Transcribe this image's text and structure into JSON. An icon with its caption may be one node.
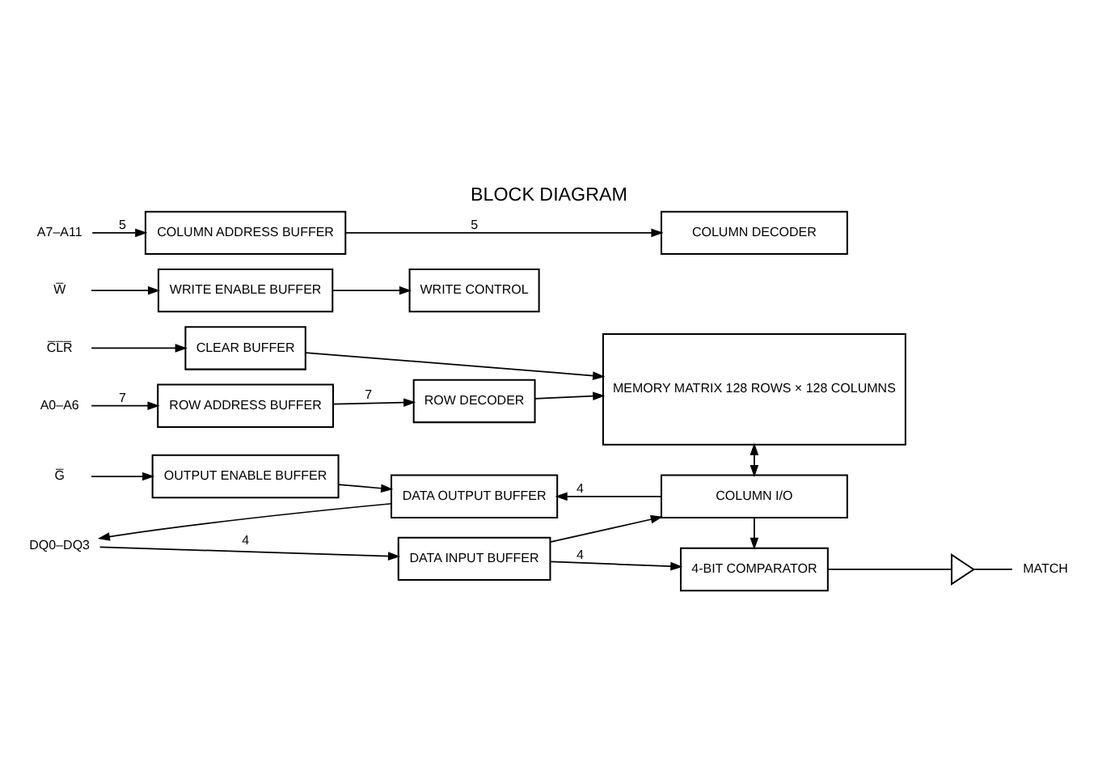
{
  "diagram": {
    "title": "BLOCK DIAGRAM",
    "nodes": [
      {
        "text": [
          "A0–A6"
        ]
      },
      {
        "text": [
          "ROW ADDRESS BUFFER"
        ]
      },
      {
        "text": [
          "ROW DECODER"
        ]
      },
      {
        "text": [
          "MEMORY MATRIX 128 ROWS × 128 COLUMNS"
        ]
      },
      {
        "text": [
          "C̅L̅R̅"
        ]
      },
      {
        "text": [
          "CLEAR BUFFER"
        ]
      },
      {
        "text": [
          "W̅"
        ]
      },
      {
        "text": [
          "WRITE ENABLE BUFFER"
        ]
      },
      {
        "text": [
          "WRITE CONTROL"
        ]
      },
      {
        "text": [
          "DATA INPUT BUFFER"
        ]
      },
      {
        "text": [
          "DQ0–DQ3"
        ]
      },
      {
        "text": [
          "DATA OUTPUT BUFFER"
        ]
      },
      {
        "text": [
          "4-BIT COMPARATOR"
        ]
      },
      {
        "text": [],
        "shape": "triangle"
      },
      {
        "text": [
          "MATCH"
        ]
      },
      {
        "text": [
          "COLUMN I/O"
        ]
      },
      {
        "text": [
          "COLUMN DECODER"
        ]
      },
      {
        "text": [
          "G̅"
        ]
      },
      {
        "text": [
          "OUTPUT ENABLE BUFFER"
        ]
      },
      {
        "text": [
          "A7–A11"
        ]
      },
      {
        "text": [
          "COLUMN ADDRESS BUFFER"
        ]
      }
    ],
    "edges": [
      {
        "from": 0,
        "to": 1,
        "arrow": "to",
        "label": "7"
      },
      {
        "from": 1,
        "to": 2,
        "arrow": "to",
        "label": "7"
      },
      {
        "from": 2,
        "to": 3,
        "arrow": "to"
      },
      {
        "from": 4,
        "to": 5,
        "arrow": "to"
      },
      {
        "from": 5,
        "to": 3,
        "arrow": "to"
      },
      {
        "from": 6,
        "to": 7,
        "arrow": "to"
      },
      {
        "from": 7,
        "to": 8,
        "arrow": "to"
      },
      {
        "from": 10,
        "to": 9,
        "arrow": "to",
        "label": "4"
      },
      {
        "from": 11,
        "to": 10,
        "arrow": "to"
      },
      {
        "from": 9,
        "to": 12,
        "arrow": "to",
        "label": "4"
      },
      {
        "from": 9,
        "to": 15,
        "arrow": "to"
      },
      {
        "from": 15,
        "to": 11,
        "arrow": "to",
        "label": "4"
      },
      {
        "from": 15,
        "to": 12,
        "arrow": "to"
      },
      {
        "from": 3,
        "to": 15,
        "arrow": "both"
      },
      {
        "from": 12,
        "to": 13,
        "arrow": "none"
      },
      {
        "from": 13,
        "to": 14,
        "arrow": "none"
      },
      {
        "from": 17,
        "to": 18,
        "arrow": "to"
      },
      {
        "from": 18,
        "to": 11,
        "arrow": "to"
      },
      {
        "from": 19,
        "to": 20,
        "arrow": "to",
        "label": "5"
      },
      {
        "from": 20,
        "to": 16,
        "arrow": "to",
        "label": "5"
      }
    ]
  }
}
